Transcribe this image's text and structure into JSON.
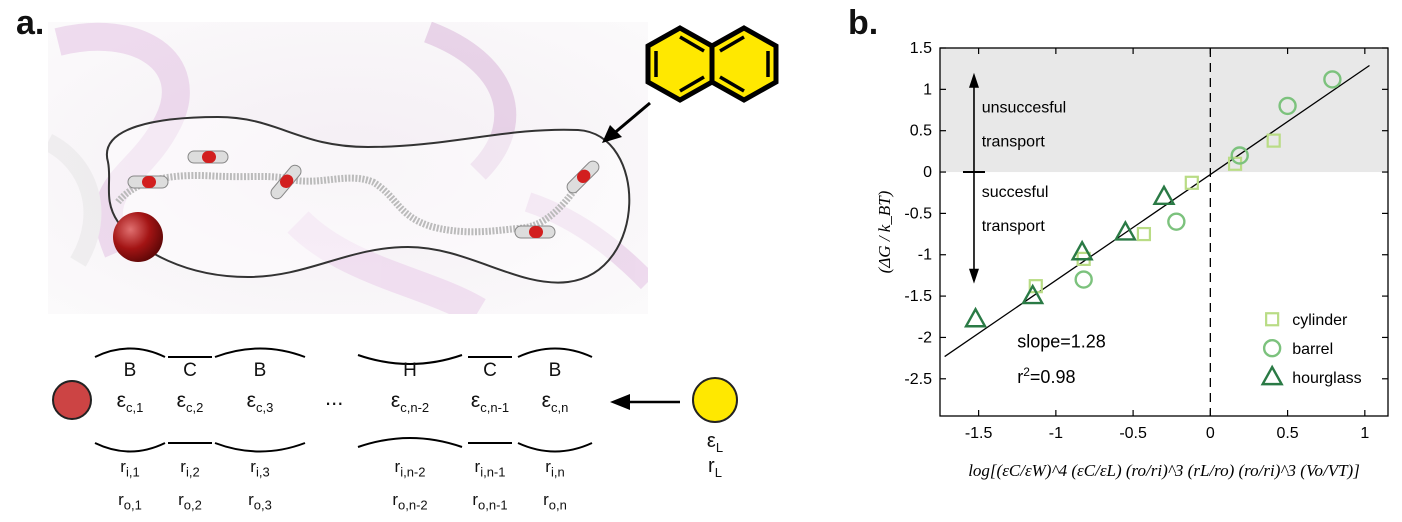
{
  "panel_a": {
    "label": "a.",
    "segments": [
      {
        "letter": "B",
        "eps_sub": "c,1",
        "ri_sub": "i,1",
        "ro_sub": "o,1"
      },
      {
        "letter": "C",
        "eps_sub": "c,2",
        "ri_sub": "i,2",
        "ro_sub": "o,2"
      },
      {
        "letter": "B",
        "eps_sub": "c,3",
        "ri_sub": "i,3",
        "ro_sub": "o,3"
      },
      {
        "letter": "H",
        "eps_sub": "c,n-2",
        "ri_sub": "i,n-2",
        "ro_sub": "o,n-2"
      },
      {
        "letter": "C",
        "eps_sub": "c,n-1",
        "ri_sub": "i,n-1",
        "ro_sub": "o,n-1"
      },
      {
        "letter": "B",
        "eps_sub": "c,n",
        "ri_sub": "i,n",
        "ro_sub": "o,n"
      }
    ],
    "ellipsis": "...",
    "ligand_eps": "ε",
    "ligand_eps_sub": "L",
    "ligand_r": "r",
    "ligand_r_sub": "L",
    "eps_symbol": "ε",
    "r_symbol": "r",
    "colors": {
      "ion": "#a31414",
      "ligand": "#ffe800",
      "naphthalene": "#ffe800"
    }
  },
  "panel_b": {
    "label": "b.",
    "ylabel": "(ΔG / k_BT)",
    "xlabel": "log[(εC/εW)^4 (εC/εL) (ro/ri)^3 (rL/ro) (ro/ri)^3 (Vo/VT)]",
    "region_upper_line1": "unsuccesful",
    "region_upper_line2": "transport",
    "region_lower_line1": "succesful",
    "region_lower_line2": "transport",
    "slope_text": "slope=1.28",
    "r2_text": "r",
    "r2_sup": "2",
    "r2_value": "=0.98",
    "legend": [
      "cylinder",
      "barrel",
      "hourglass"
    ]
  },
  "chart_data": {
    "type": "scatter",
    "xlim": [
      -1.75,
      1.15
    ],
    "ylim": [
      -2.95,
      1.5
    ],
    "xticks": [
      -1.5,
      -1,
      -0.5,
      0,
      0.5,
      1
    ],
    "yticks": [
      1.5,
      1,
      0.5,
      0,
      -0.5,
      -1,
      -1.5,
      -2,
      -2.5
    ],
    "xtick_labels": [
      "-1.5",
      "-1",
      "-0.5",
      "0",
      "0.5",
      "1"
    ],
    "ytick_labels": [
      "1.5",
      "1",
      "0.5",
      "0",
      "-0.5",
      "-1",
      "-1.5",
      "-2",
      "-2.5"
    ],
    "shaded_region_y": [
      0,
      1.5
    ],
    "vline_x": 0,
    "fit_line": {
      "slope": 1.28,
      "intercept": -0.03,
      "x_range": [
        -1.72,
        1.03
      ]
    },
    "series": [
      {
        "name": "cylinder",
        "marker": "square",
        "color": "#b9dc85",
        "x": [
          -1.13,
          -0.82,
          -0.43,
          -0.12,
          0.16,
          0.41
        ],
        "y": [
          -1.38,
          -1.05,
          -0.75,
          -0.13,
          0.1,
          0.38
        ]
      },
      {
        "name": "barrel",
        "marker": "circle",
        "color": "#7cc27d",
        "x": [
          -0.82,
          -0.22,
          0.19,
          0.5,
          0.79
        ],
        "y": [
          -1.3,
          -0.6,
          0.2,
          0.8,
          1.12
        ]
      },
      {
        "name": "hourglass",
        "marker": "triangle",
        "color": "#2a7a45",
        "x": [
          -1.52,
          -1.15,
          -0.83,
          -0.55,
          -0.3
        ],
        "y": [
          -1.78,
          -1.5,
          -0.97,
          -0.73,
          -0.3
        ]
      }
    ]
  }
}
